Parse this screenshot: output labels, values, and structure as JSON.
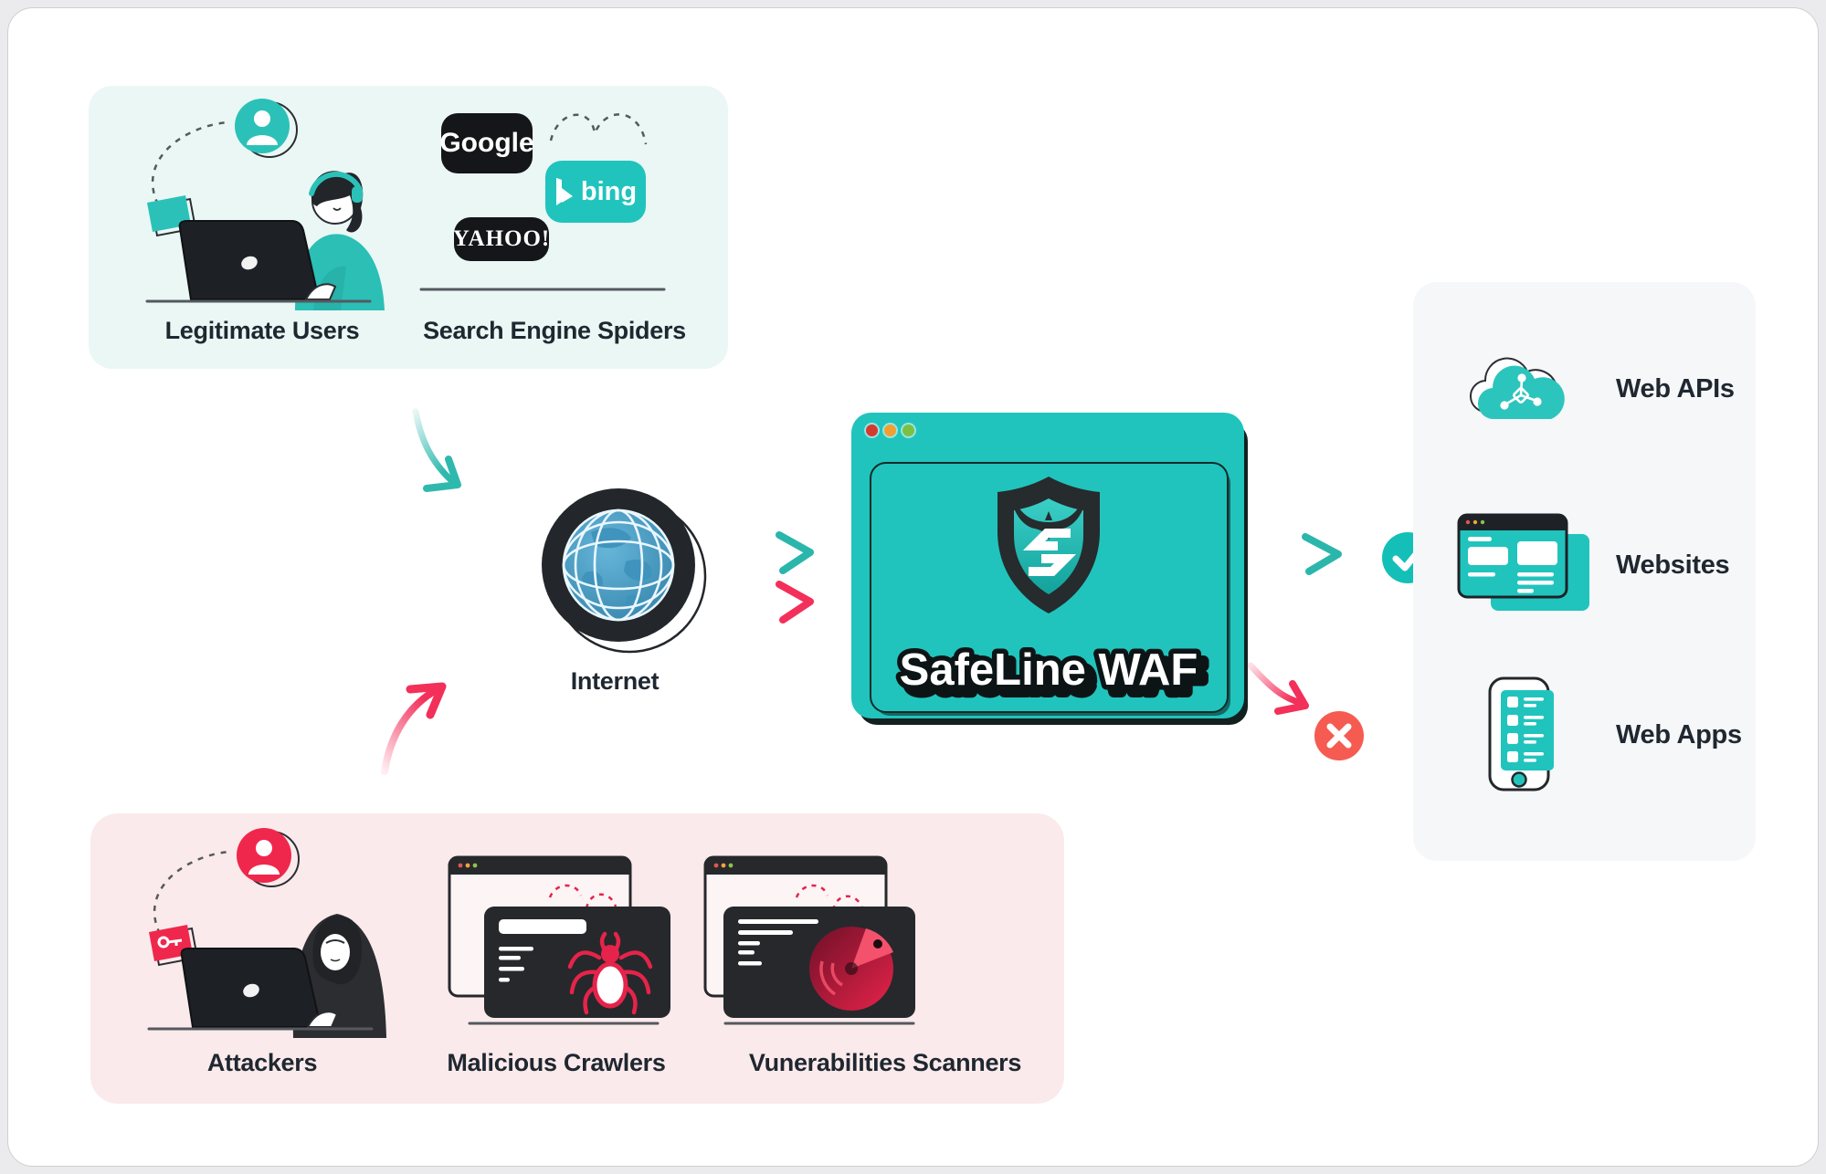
{
  "colors": {
    "teal": "#20C4BD",
    "teal_dark": "#17AFA8",
    "mint_panel_bg": "#EAF7F5",
    "pink_panel_bg": "#FBEAEB",
    "gray_panel_bg": "#F6F7F8",
    "crimson": "#F0274C",
    "salmon": "#F65B51",
    "ink": "#23272B",
    "check_badge": "#14BFB8"
  },
  "trusted_panel": {
    "legitimate_users_label": "Legitimate Users",
    "search_engine_spiders_label": "Search Engine Spiders",
    "search_engines": [
      {
        "name": "Google"
      },
      {
        "name": "bing"
      },
      {
        "name": "YAHOO!"
      }
    ]
  },
  "internet": {
    "label": "Internet"
  },
  "waf": {
    "title": "SafeLine WAF"
  },
  "destinations_panel": {
    "items": [
      {
        "label": "Web APIs",
        "icon": "cloud-api-icon"
      },
      {
        "label": "Websites",
        "icon": "browser-window-icon"
      },
      {
        "label": "Web Apps",
        "icon": "mobile-app-icon"
      }
    ]
  },
  "threats_panel": {
    "attackers_label": "Attackers",
    "malicious_crawlers_label": "Malicious Crawlers",
    "vulnerability_scanners_label": "Vunerabilities Scanners"
  },
  "verdicts": {
    "allowed_icon": "check-icon",
    "blocked_icon": "x-icon"
  }
}
